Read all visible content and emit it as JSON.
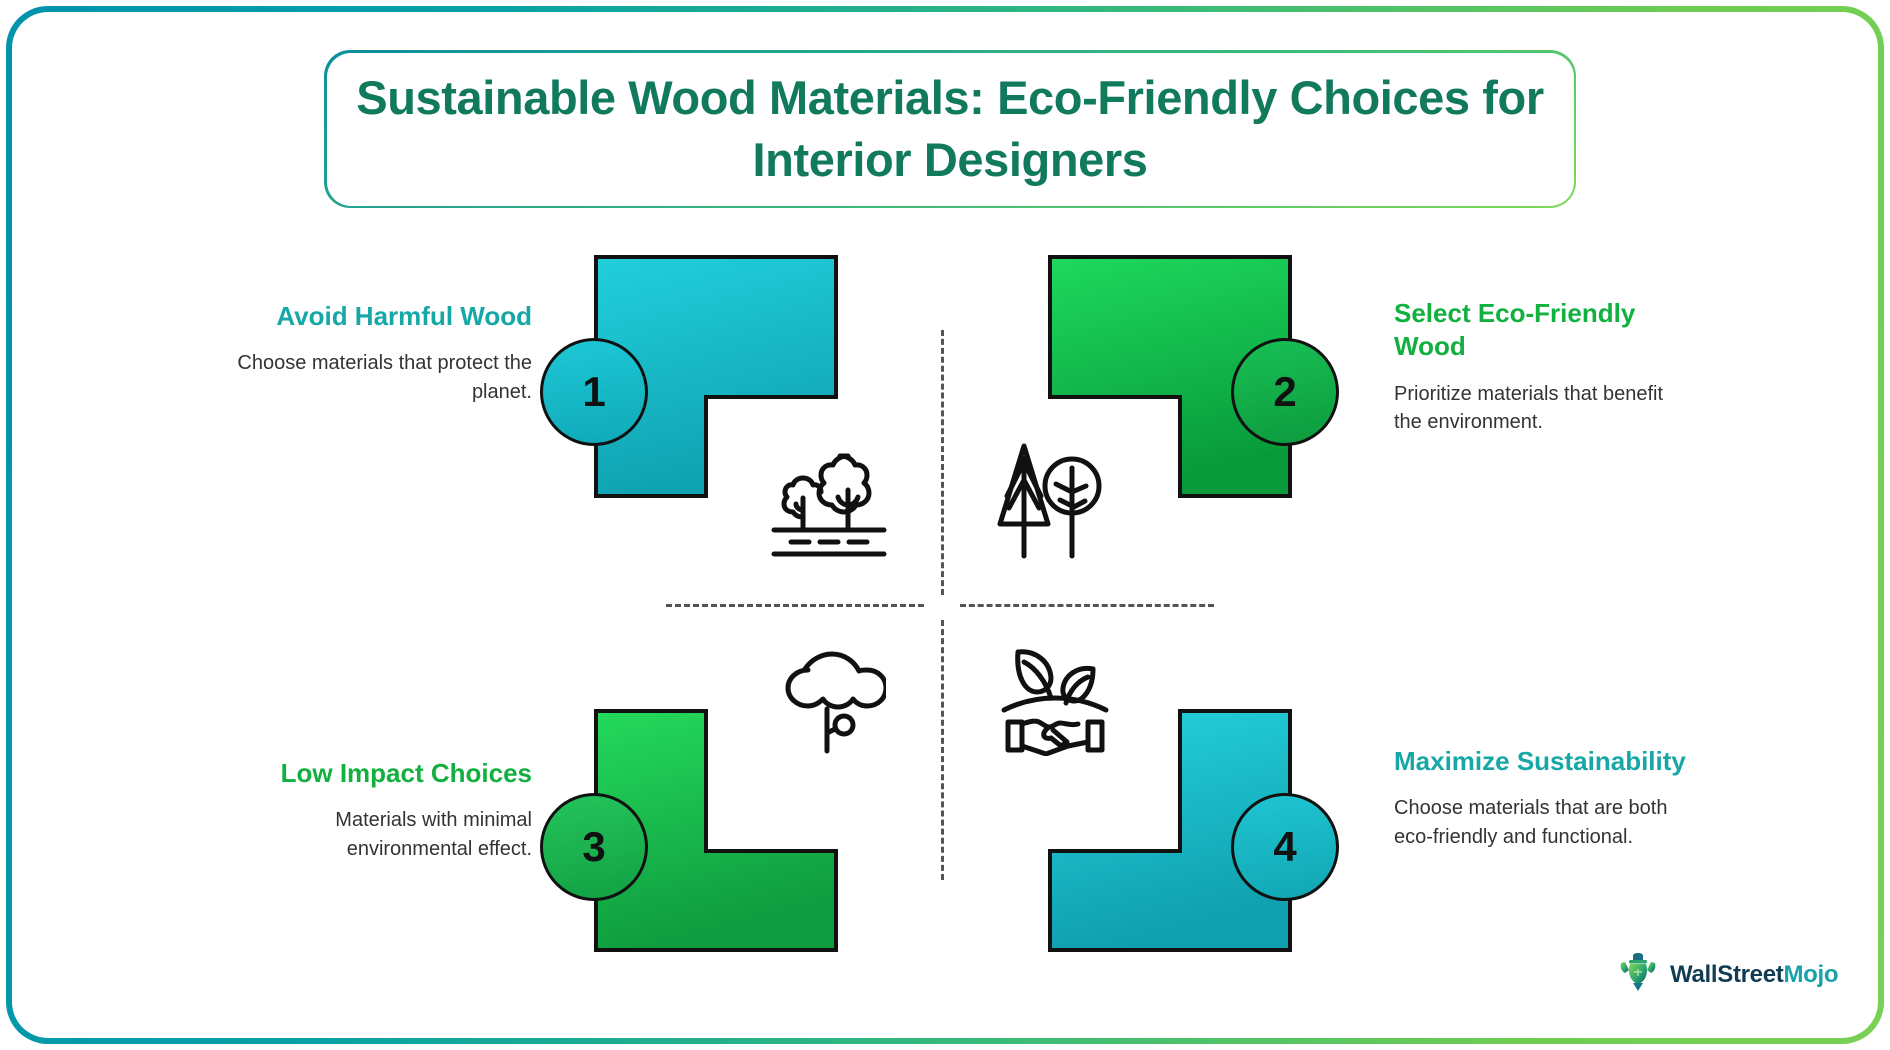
{
  "header": {
    "title": "Sustainable Wood Materials: Eco-Friendly Choices for Interior Designers"
  },
  "theme": {
    "frame_gradient_start": "#0093ac",
    "frame_gradient_end": "#78d055",
    "title_color": "#11795c",
    "teal": "#16a7a7",
    "green": "#12b03f",
    "body_text": "#333333",
    "divider_color": "#555555"
  },
  "quadrants": [
    {
      "number": "1",
      "heading": "Avoid Harmful Wood",
      "body": "Choose materials that protect the planet.",
      "heading_color": "#16a7a7",
      "block_gradient_start": "#22cfdc",
      "block_gradient_end": "#0fa2b1",
      "icon": "two-trees-ground-icon",
      "position": "top-left"
    },
    {
      "number": "2",
      "heading": "Select Eco-Friendly Wood",
      "body": "Prioritize materials that benefit the environment.",
      "heading_color": "#12b03f",
      "block_gradient_start": "#1ed95e",
      "block_gradient_end": "#089a3a",
      "icon": "conifer-and-round-tree-icon",
      "position": "top-right"
    },
    {
      "number": "3",
      "heading": "Low Impact Choices",
      "body": "Materials with minimal environmental effect.",
      "heading_color": "#12b03f",
      "block_gradient_start": "#24d95c",
      "block_gradient_end": "#0f9b3f",
      "icon": "cloud-tree-icon",
      "position": "bottom-left"
    },
    {
      "number": "4",
      "heading": "Maximize Sustainability",
      "body": "Choose materials that are both eco-friendly and functional.",
      "heading_color": "#17a7a7",
      "block_gradient_start": "#25d2de",
      "block_gradient_end": "#109fae",
      "icon": "sprout-handshake-icon",
      "position": "bottom-right"
    }
  ],
  "brand": {
    "name_primary": "WallStreet",
    "name_secondary": "Mojo",
    "primary_color": "#123b54",
    "secondary_color": "#18a3ab"
  }
}
